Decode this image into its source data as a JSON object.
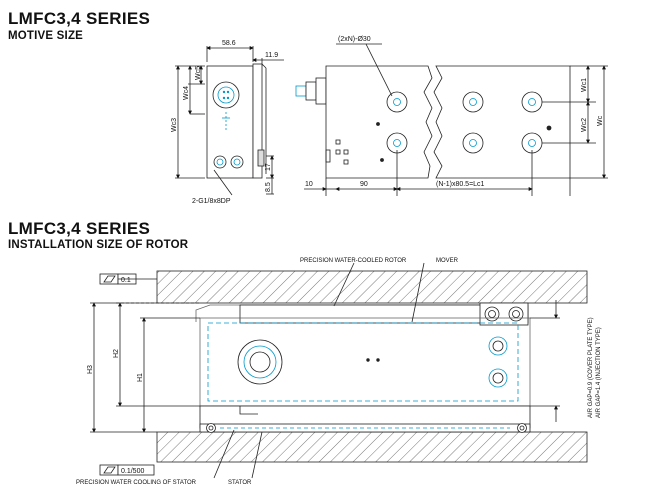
{
  "top": {
    "series_title": "LMFC3,4 SERIES",
    "subtitle": "MOTIVE SIZE",
    "dims": {
      "w_58": "58.6",
      "w_11": "11.9",
      "wc5": "Wc5",
      "wc4": "Wc4",
      "wc3": "Wc3",
      "hole_note": "2-G1/8x8DP",
      "h17": "17",
      "h85": "8.5",
      "holes": "(2xN)-Ø30",
      "d10": "10",
      "d90": "90",
      "pitch": "(N-1)x80.5=Lc1",
      "wc1": "Wc1",
      "wc2": "Wc2",
      "wc": "Wc"
    }
  },
  "bottom": {
    "series_title": "LMFC3,4 SERIES",
    "subtitle": "INSTALLATION SIZE OF ROTOR",
    "labels": {
      "rotor": "PRECISION WATER-COOLED ROTOR",
      "mover": "MOVER",
      "flat1": "0.1",
      "flat2": "0.1/500",
      "h2": "H2",
      "h1": "H1",
      "h3": "H3",
      "air1": "AIR GAP=0.9 (COVER PLATE TYPE)",
      "air2": "AIR GAP=1.4 (INJECTION TYPE)",
      "stator_cool": "PRECISION WATER COOLING OF STATOR",
      "stator": "STATOR"
    }
  }
}
